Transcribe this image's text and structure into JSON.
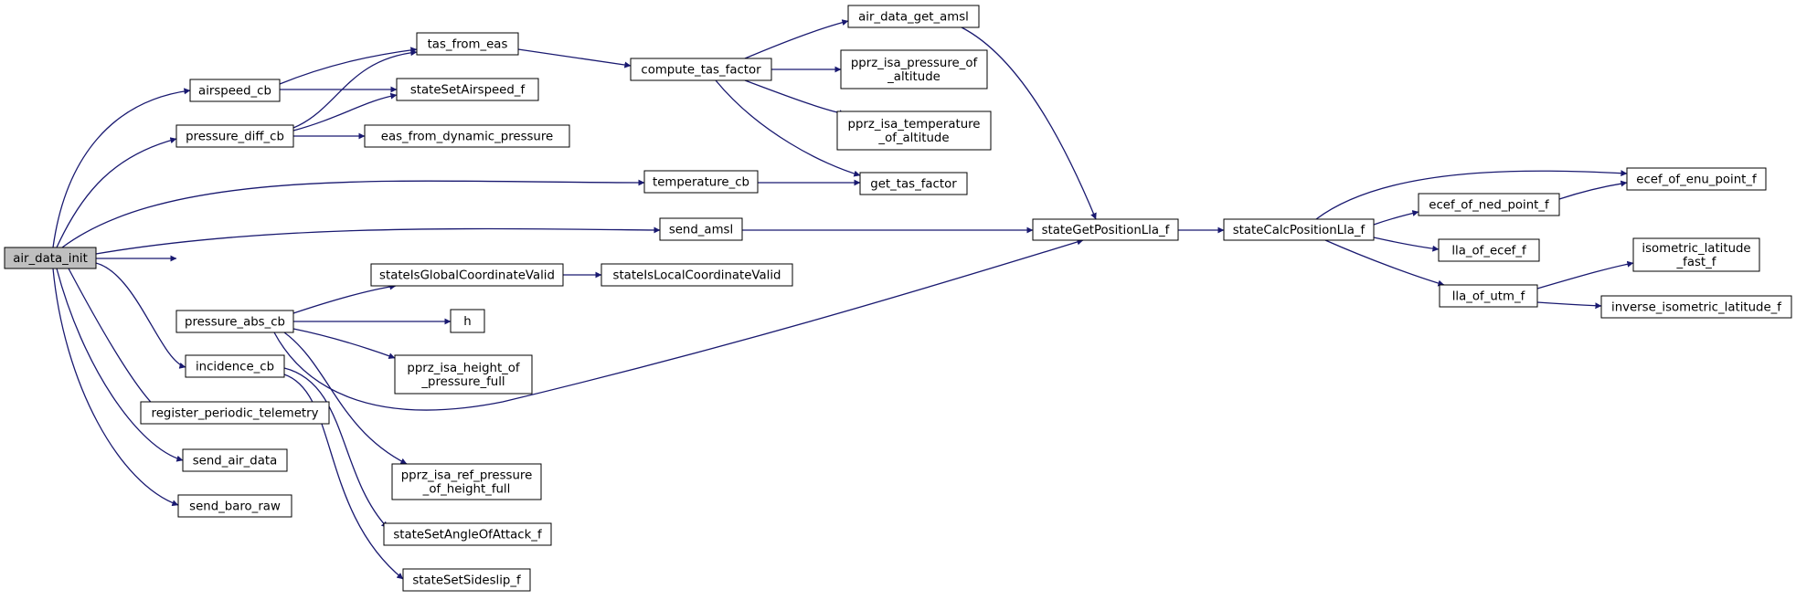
{
  "colors": {
    "edge": "#191970",
    "root_fill": "#bfbfbf",
    "node_fill": "#ffffff",
    "node_border": "#000000"
  },
  "nodes": {
    "air_data_init": [
      "air_data_init"
    ],
    "airspeed_cb": [
      "airspeed_cb"
    ],
    "pressure_diff_cb": [
      "pressure_diff_cb"
    ],
    "temperature_cb": [
      "temperature_cb"
    ],
    "send_amsl": [
      "send_amsl"
    ],
    "pressure_abs_cb": [
      "pressure_abs_cb"
    ],
    "incidence_cb": [
      "incidence_cb"
    ],
    "register_periodic_telemetry": [
      "register_periodic_telemetry"
    ],
    "send_air_data": [
      "send_air_data"
    ],
    "send_baro_raw": [
      "send_baro_raw"
    ],
    "tas_from_eas": [
      "tas_from_eas"
    ],
    "stateSetAirspeed_f": [
      "stateSetAirspeed_f"
    ],
    "eas_from_dynamic_pressure": [
      "eas_from_dynamic_pressure"
    ],
    "compute_tas_factor": [
      "compute_tas_factor"
    ],
    "air_data_get_amsl": [
      "air_data_get_amsl"
    ],
    "pprz_isa_pressure_of_altitude": [
      "pprz_isa_pressure_of",
      "_altitude"
    ],
    "pprz_isa_temperature_of_altitude": [
      "pprz_isa_temperature",
      "_of_altitude"
    ],
    "get_tas_factor": [
      "get_tas_factor"
    ],
    "stateGetPositionLla_f": [
      "stateGetPositionLla_f"
    ],
    "stateCalcPositionLla_f": [
      "stateCalcPositionLla_f"
    ],
    "ecef_of_enu_point_f": [
      "ecef_of_enu_point_f"
    ],
    "ecef_of_ned_point_f": [
      "ecef_of_ned_point_f"
    ],
    "lla_of_ecef_f": [
      "lla_of_ecef_f"
    ],
    "lla_of_utm_f": [
      "lla_of_utm_f"
    ],
    "isometric_latitude_fast_f": [
      "isometric_latitude",
      "_fast_f"
    ],
    "inverse_isometric_latitude_f": [
      "inverse_isometric_latitude_f"
    ],
    "stateIsGlobalCoordinateValid": [
      "stateIsGlobalCoordinateValid"
    ],
    "stateIsLocalCoordinateValid": [
      "stateIsLocalCoordinateValid"
    ],
    "h": [
      "h"
    ],
    "pprz_isa_height_of_pressure_full": [
      "pprz_isa_height_of",
      "_pressure_full"
    ],
    "pprz_isa_ref_pressure_of_height_full": [
      "pprz_isa_ref_pressure",
      "_of_height_full"
    ],
    "stateSetAngleOfAttack_f": [
      "stateSetAngleOfAttack_f"
    ],
    "stateSetSideslip_f": [
      "stateSetSideslip_f"
    ]
  },
  "edges": [
    [
      "air_data_init",
      "airspeed_cb"
    ],
    [
      "air_data_init",
      "pressure_diff_cb"
    ],
    [
      "air_data_init",
      "temperature_cb"
    ],
    [
      "air_data_init",
      "send_amsl"
    ],
    [
      "air_data_init",
      "pressure_abs_cb"
    ],
    [
      "air_data_init",
      "incidence_cb"
    ],
    [
      "air_data_init",
      "register_periodic_telemetry"
    ],
    [
      "air_data_init",
      "send_air_data"
    ],
    [
      "air_data_init",
      "send_baro_raw"
    ],
    [
      "airspeed_cb",
      "tas_from_eas"
    ],
    [
      "airspeed_cb",
      "stateSetAirspeed_f"
    ],
    [
      "pressure_diff_cb",
      "tas_from_eas"
    ],
    [
      "pressure_diff_cb",
      "stateSetAirspeed_f"
    ],
    [
      "pressure_diff_cb",
      "eas_from_dynamic_pressure"
    ],
    [
      "tas_from_eas",
      "compute_tas_factor"
    ],
    [
      "compute_tas_factor",
      "air_data_get_amsl"
    ],
    [
      "compute_tas_factor",
      "pprz_isa_pressure_of_altitude"
    ],
    [
      "compute_tas_factor",
      "pprz_isa_temperature_of_altitude"
    ],
    [
      "compute_tas_factor",
      "get_tas_factor"
    ],
    [
      "temperature_cb",
      "get_tas_factor"
    ],
    [
      "air_data_get_amsl",
      "stateGetPositionLla_f"
    ],
    [
      "send_amsl",
      "stateGetPositionLla_f"
    ],
    [
      "pressure_abs_cb",
      "stateGetPositionLla_f"
    ],
    [
      "stateGetPositionLla_f",
      "stateCalcPositionLla_f"
    ],
    [
      "stateCalcPositionLla_f",
      "ecef_of_enu_point_f"
    ],
    [
      "stateCalcPositionLla_f",
      "ecef_of_ned_point_f"
    ],
    [
      "stateCalcPositionLla_f",
      "lla_of_ecef_f"
    ],
    [
      "stateCalcPositionLla_f",
      "lla_of_utm_f"
    ],
    [
      "ecef_of_ned_point_f",
      "ecef_of_enu_point_f"
    ],
    [
      "lla_of_utm_f",
      "isometric_latitude_fast_f"
    ],
    [
      "lla_of_utm_f",
      "inverse_isometric_latitude_f"
    ],
    [
      "pressure_abs_cb",
      "stateIsGlobalCoordinateValid"
    ],
    [
      "stateIsGlobalCoordinateValid",
      "stateIsLocalCoordinateValid"
    ],
    [
      "pressure_abs_cb",
      "h"
    ],
    [
      "pressure_abs_cb",
      "pprz_isa_height_of_pressure_full"
    ],
    [
      "pressure_abs_cb",
      "pprz_isa_ref_pressure_of_height_full"
    ],
    [
      "incidence_cb",
      "stateSetAngleOfAttack_f"
    ],
    [
      "incidence_cb",
      "stateSetSideslip_f"
    ]
  ]
}
